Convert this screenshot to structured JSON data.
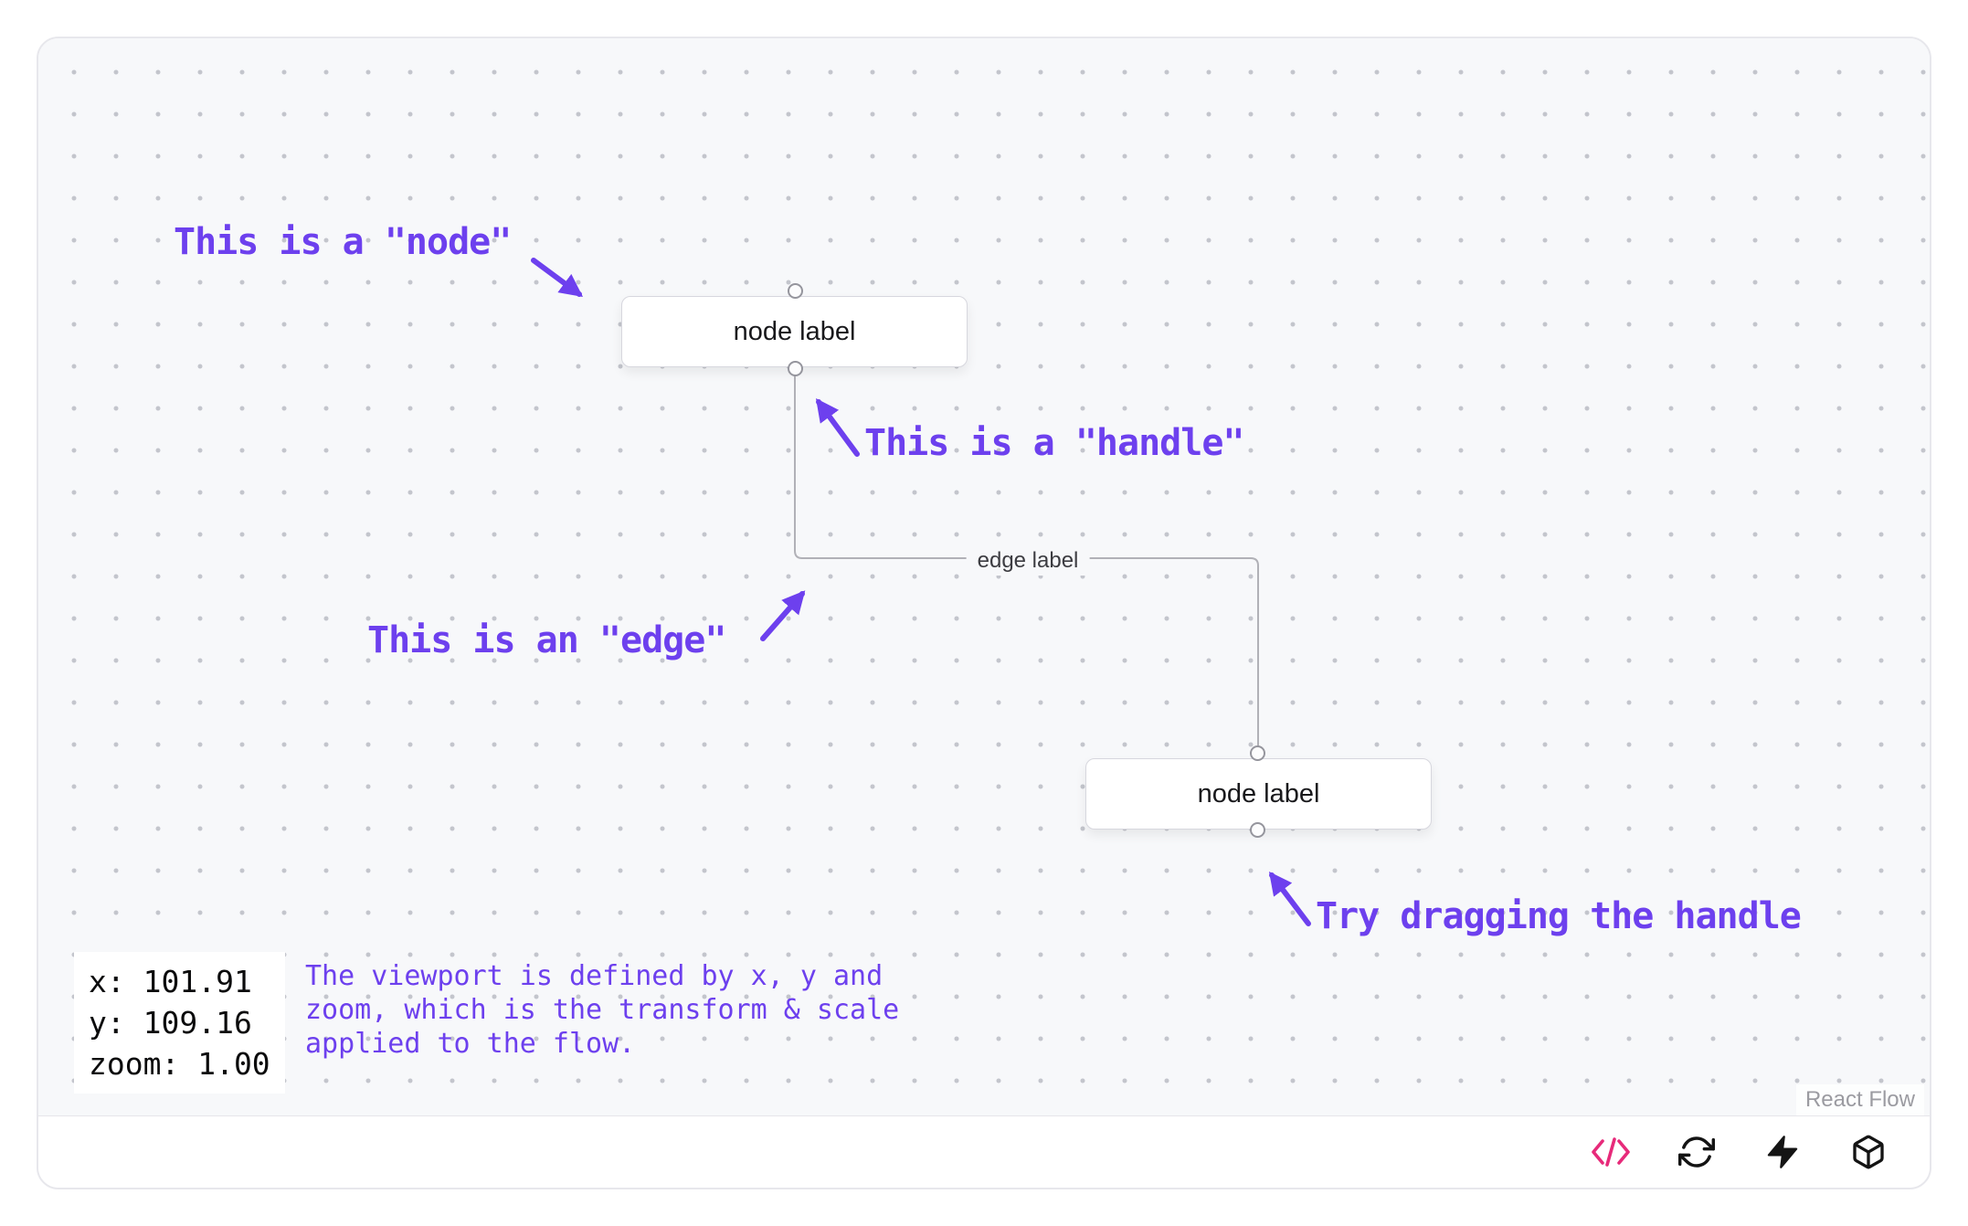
{
  "annotations": {
    "node_note": "This is a \"node\"",
    "handle_note": "This is a \"handle\"",
    "edge_note": "This is an \"edge\"",
    "drag_note": "Try dragging the handle",
    "color": "#6d40ee"
  },
  "nodes": [
    {
      "label": "node label"
    },
    {
      "label": "node label"
    }
  ],
  "edge": {
    "label": "edge label"
  },
  "viewport_panel": {
    "x": "x: 101.91",
    "y": "y: 109.16",
    "zoom": "zoom: 1.00"
  },
  "viewport_note": {
    "text": "The viewport is defined by x, y and\nzoom, which is the transform & scale\napplied to the flow."
  },
  "attribution": "React Flow",
  "toolbar": {
    "code_icon": "code-icon",
    "refresh_icon": "refresh-icon",
    "zap_icon": "zap-icon",
    "box_icon": "box-icon",
    "code_accent_color": "#e72a7a",
    "icon_color": "#141414"
  },
  "colors": {
    "canvas_background": "#f7f8fa",
    "dot_grid": "#c3c5cc",
    "edge_stroke": "#b1b1b7",
    "node_border": "#d7d7de"
  }
}
